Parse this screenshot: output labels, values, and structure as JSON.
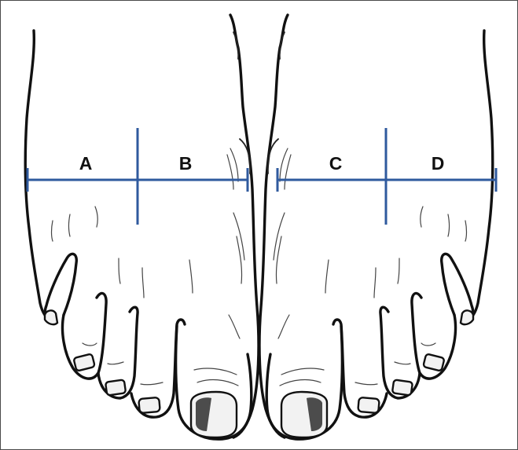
{
  "figure": {
    "labels": [
      "A",
      "B",
      "C",
      "D"
    ],
    "measure_line_color": "#2f5a9e",
    "frame_color": "#4a4a4a"
  }
}
